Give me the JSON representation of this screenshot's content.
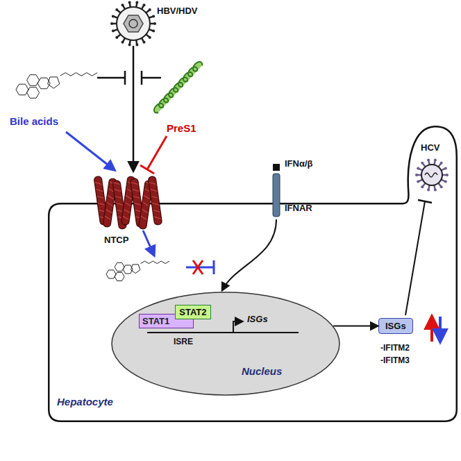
{
  "diagram": {
    "nodes": [
      {
        "text": [
          "Hepatocyte"
        ]
      },
      {
        "text": [
          "Nucleus"
        ],
        "in": 0
      },
      {
        "text": [
          "STAT1"
        ],
        "in": 1
      },
      {
        "text": [
          "STAT2"
        ],
        "in": 1
      },
      {
        "text": [
          "ISGs"
        ],
        "in": 0
      }
    ],
    "edges": [
      {
        "from": 1,
        "to": 4,
        "arrow": "to"
      }
    ],
    "labels": [
      "HBV/HDV",
      "Bile acids",
      "PreS1",
      "NTCP",
      "IFNα/β",
      "IFNAR",
      "HCV",
      "ISRE",
      "ISGs",
      "-IFITM2",
      "-IFITM3"
    ]
  }
}
